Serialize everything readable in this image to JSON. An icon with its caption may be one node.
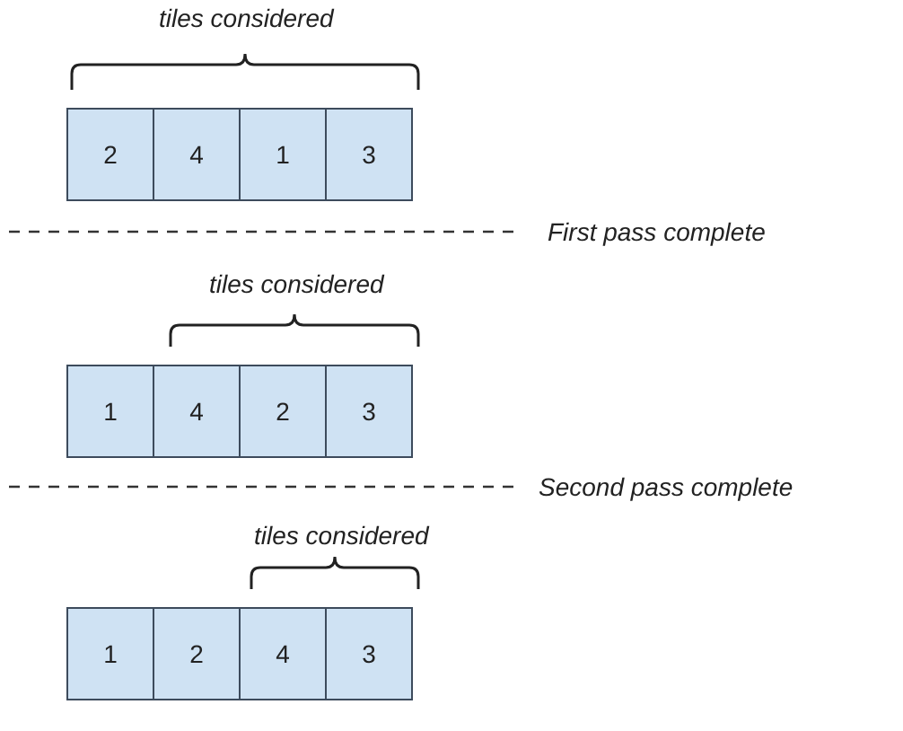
{
  "diagram": {
    "nodes": [
      {
        "text": [
          "2"
        ]
      },
      {
        "text": [
          "4"
        ]
      },
      {
        "text": [
          "1"
        ]
      },
      {
        "text": [
          "3"
        ]
      },
      {
        "text": [
          "1"
        ]
      },
      {
        "text": [
          "4"
        ]
      },
      {
        "text": [
          "2"
        ]
      },
      {
        "text": [
          "3"
        ]
      },
      {
        "text": [
          "1"
        ]
      },
      {
        "text": [
          "2"
        ]
      },
      {
        "text": [
          "4"
        ]
      },
      {
        "text": [
          "3"
        ]
      }
    ],
    "edges": [],
    "labels": [
      "tiles considered",
      "First pass complete",
      "tiles considered",
      "Second pass complete",
      "tiles considered"
    ]
  }
}
